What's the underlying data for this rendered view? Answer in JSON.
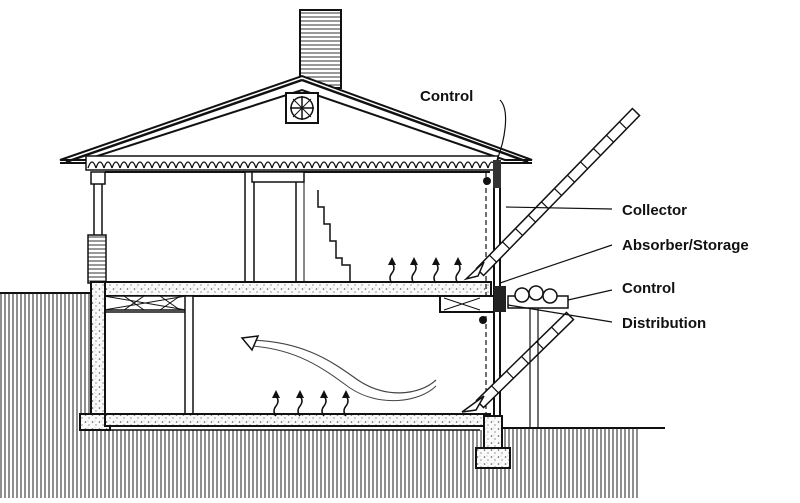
{
  "diagram": {
    "labels": {
      "control_top": "Control",
      "collector": "Collector",
      "absorber_storage": "Absorber/Storage",
      "control_mid": "Control",
      "distribution": "Distribution"
    }
  }
}
